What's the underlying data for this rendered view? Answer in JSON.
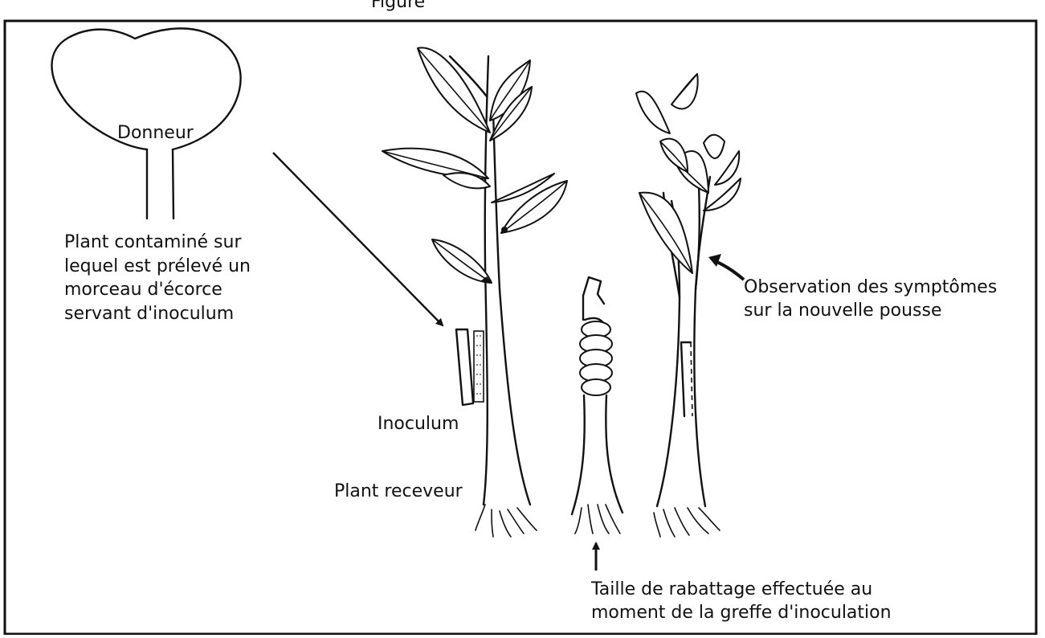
{
  "figure": {
    "top_caption": "Figure",
    "donor_label": "Donneur",
    "donor_description": [
      "Plant contaminé sur",
      "lequel est prélevé un",
      "morceau d'écorce",
      "servant d'inoculum"
    ],
    "inoculum_label": "Inoculum",
    "receiver_label": "Plant receveur",
    "observation_label": [
      "Observation des symptômes",
      "sur la nouvelle pousse"
    ],
    "pruning_label": [
      "Taille de rabattage effectuée au",
      "moment de la greffe d'inoculation"
    ]
  }
}
